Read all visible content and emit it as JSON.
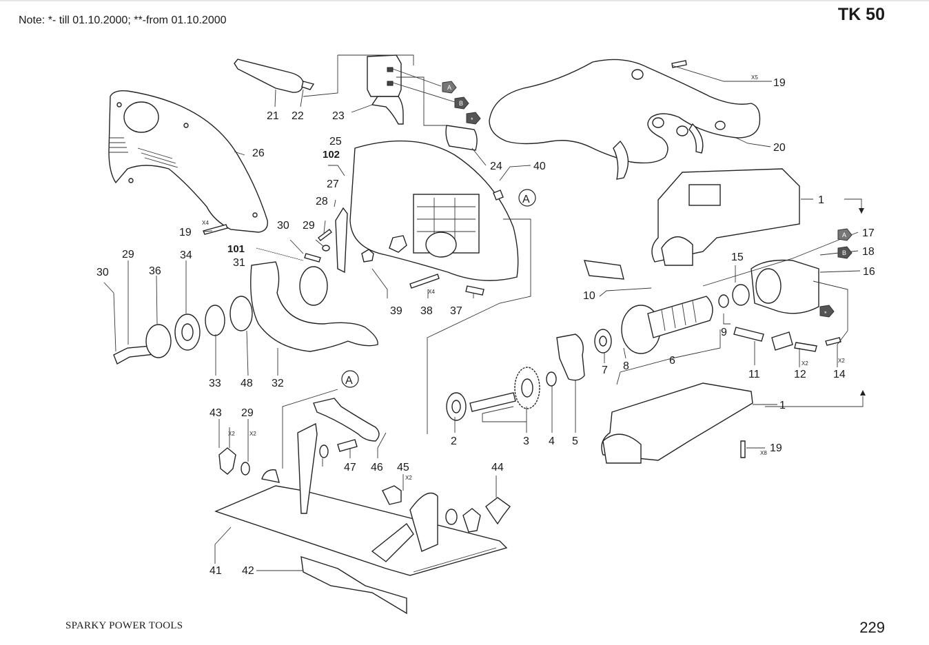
{
  "header": {
    "note": "Note: *- till 01.10.2000; **-from 01.10.2000",
    "model": "TK 50"
  },
  "footer": {
    "brand": "SPARKY POWER TOOLS",
    "page_number": "229"
  },
  "callouts": {
    "c1a": "1",
    "c1b": "1",
    "c2": "2",
    "c3": "3",
    "c4": "4",
    "c5": "5",
    "c6": "6",
    "c7": "7",
    "c8": "8",
    "c9": "9",
    "c10": "10",
    "c11": "11",
    "c12": "12",
    "c14": "14",
    "c15": "15",
    "c16": "16",
    "c17": "17",
    "c18": "18",
    "c19a": "19",
    "c19b": "19",
    "c19c": "19",
    "c20": "20",
    "c21": "21",
    "c22": "22",
    "c23": "23",
    "c24": "24",
    "c25": "25",
    "c26": "26",
    "c27": "27",
    "c28": "28",
    "c29a": "29",
    "c29b": "29",
    "c29c": "29",
    "c30a": "30",
    "c30b": "30",
    "c31": "31",
    "c32": "32",
    "c33": "33",
    "c34": "34",
    "c36": "36",
    "c37": "37",
    "c38": "38",
    "c39": "39",
    "c40": "40",
    "c41": "41",
    "c42": "42",
    "c43": "43",
    "c44": "44",
    "c45": "45",
    "c46": "46",
    "c47": "47",
    "c48": "48",
    "c101": "101",
    "c102": "102"
  },
  "qty": {
    "x5": "X5",
    "x4a": "X4",
    "x4b": "X4",
    "x2a": "X2",
    "x2b": "X2",
    "x2c": "X2",
    "x2d": "X2",
    "x2e": "X2",
    "x8": "X8"
  },
  "tags": {
    "a1": "A",
    "b1": "B",
    "star1": "*",
    "a2": "A",
    "b2": "B",
    "star2": "*"
  },
  "refs": {
    "ref_a1": "A",
    "ref_a2": "A"
  }
}
